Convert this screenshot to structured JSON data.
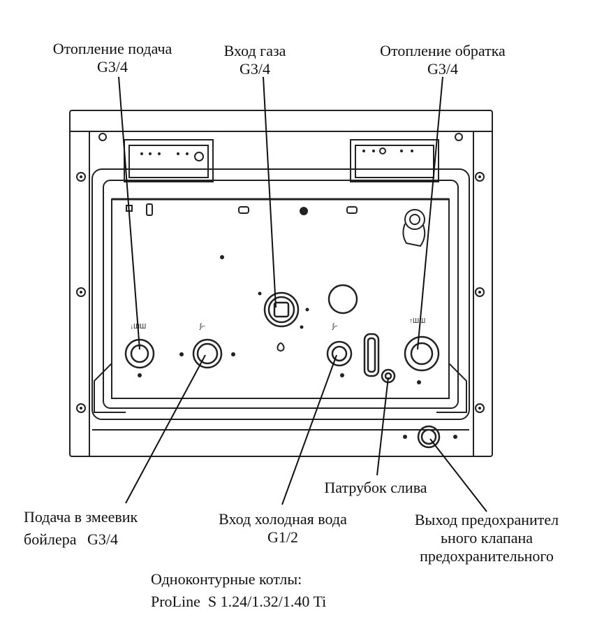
{
  "labels": {
    "heating_supply": {
      "name": "Отопление подача",
      "spec": "G3/4"
    },
    "gas_inlet": {
      "name": "Вход газа",
      "spec": "G3/4"
    },
    "heating_return": {
      "name": "Отопление обратка",
      "spec": "G3/4"
    },
    "coil_supply": {
      "line1": "Подача в змеевик",
      "line2": "бойлера",
      "spec": "G3/4"
    },
    "cold_water": {
      "name": "Вход холодная вода",
      "spec": "G1/2"
    },
    "drain": {
      "name": "Патрубок слива"
    },
    "relief_valve": {
      "line1": "Выход предохранител",
      "line2": "ьного клапана",
      "line3": "предохранительного"
    }
  },
  "caption": {
    "line1": "Одноконтурные котлы:",
    "line2": "ProLine  S 1.24/1.32/1.40 Ti"
  },
  "connector_marks": {
    "heating_supply": "↓ШШ",
    "coil": "ʃ⌐",
    "cold": "ʃ⌐",
    "heating_return": "↑ШШ"
  },
  "colors": {
    "line": "#222222",
    "background": "#ffffff"
  }
}
